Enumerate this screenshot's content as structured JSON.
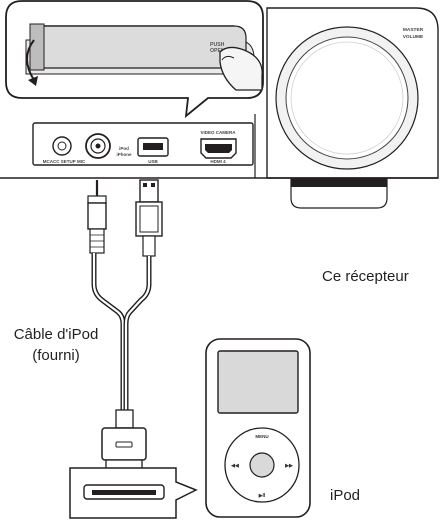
{
  "receiver": {
    "master_volume": "MASTER\nVOLUME",
    "cover_push": "PUSH\nOPEN",
    "jack_mcacc": "MCACC SETUP MIC",
    "jack_ipod": "iPod\niPhone",
    "jack_usb": "USB",
    "jack_video_camera": "VIDEO CAMERA",
    "jack_hdmi": "HDMI 4"
  },
  "labels": {
    "receiver": "Ce récepteur",
    "cable": "Câble d'iPod\n(fourni)",
    "ipod": "iPod"
  },
  "ipod_device": {
    "menu": "MENU",
    "play": "▶II",
    "prev": "◀◀",
    "next": "▶▶"
  }
}
